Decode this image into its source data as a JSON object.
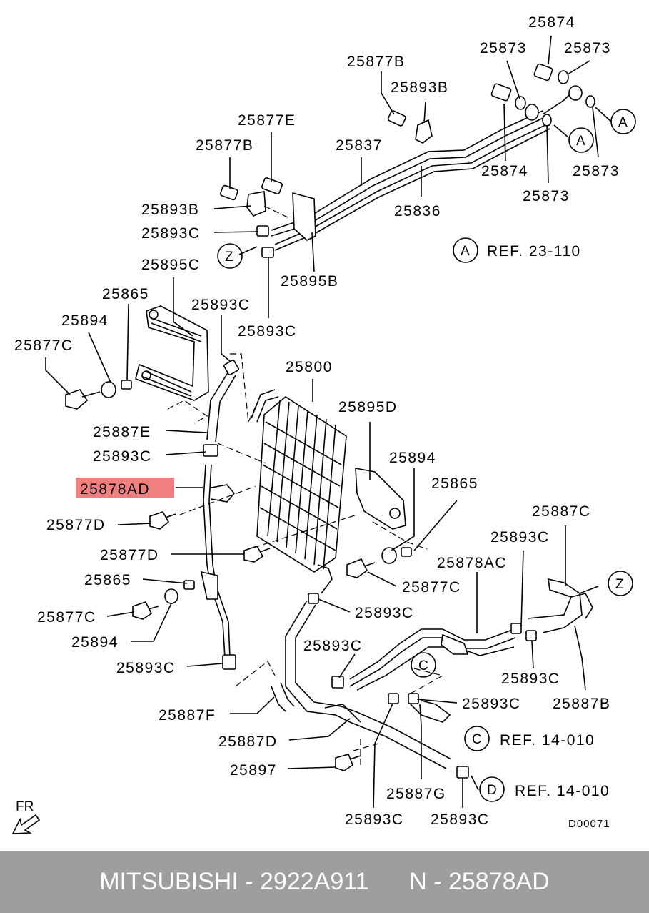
{
  "diagram": {
    "labels": {
      "l1": "25874",
      "l2": "25873",
      "l3": "25873",
      "l4": "25877B",
      "l5": "25893B",
      "l6": "25877E",
      "l7": "25837",
      "l8": "25877B",
      "l9": "25874",
      "l10": "25873",
      "l11": "25873",
      "l12": "25836",
      "l13": "25893B",
      "l14": "25893C",
      "l15": "25895B",
      "l16": "25895C",
      "l17": "25865",
      "l18": "25893C",
      "l19": "25894",
      "l20": "25893C",
      "l21": "25877C",
      "l22": "25800",
      "l23": "25895D",
      "l24": "25887E",
      "l25": "25894",
      "l26": "25893C",
      "l27": "25865",
      "l28": "25878AD",
      "l29": "25877D",
      "l30": "25887C",
      "l31": "25877D",
      "l32": "25893C",
      "l33": "25878AC",
      "l34": "25865",
      "l35": "25877C",
      "l36": "25893C",
      "l37": "25877C",
      "l38": "25894",
      "l39": "25893C",
      "l40": "25893C",
      "l41": "25893C",
      "l42": "25887B",
      "l43": "25887F",
      "l44": "25893C",
      "l45": "25887D",
      "l46": "25897",
      "l47": "25887G",
      "l48": "25893C",
      "l49": "25893C"
    },
    "refs": {
      "a_ref": "REF. 23-110",
      "c_ref": "REF. 14-010",
      "d_ref": "REF. 14-010"
    },
    "callouts": {
      "a": "A",
      "c": "C",
      "d": "D",
      "z": "Z"
    },
    "fr_label": "FR",
    "drawing_code": "D00071",
    "highlight_color": "#f08080"
  },
  "footer": {
    "text": "MITSUBISHI - 2922A911      N - 25878AD",
    "background": "#9e9e9e"
  }
}
